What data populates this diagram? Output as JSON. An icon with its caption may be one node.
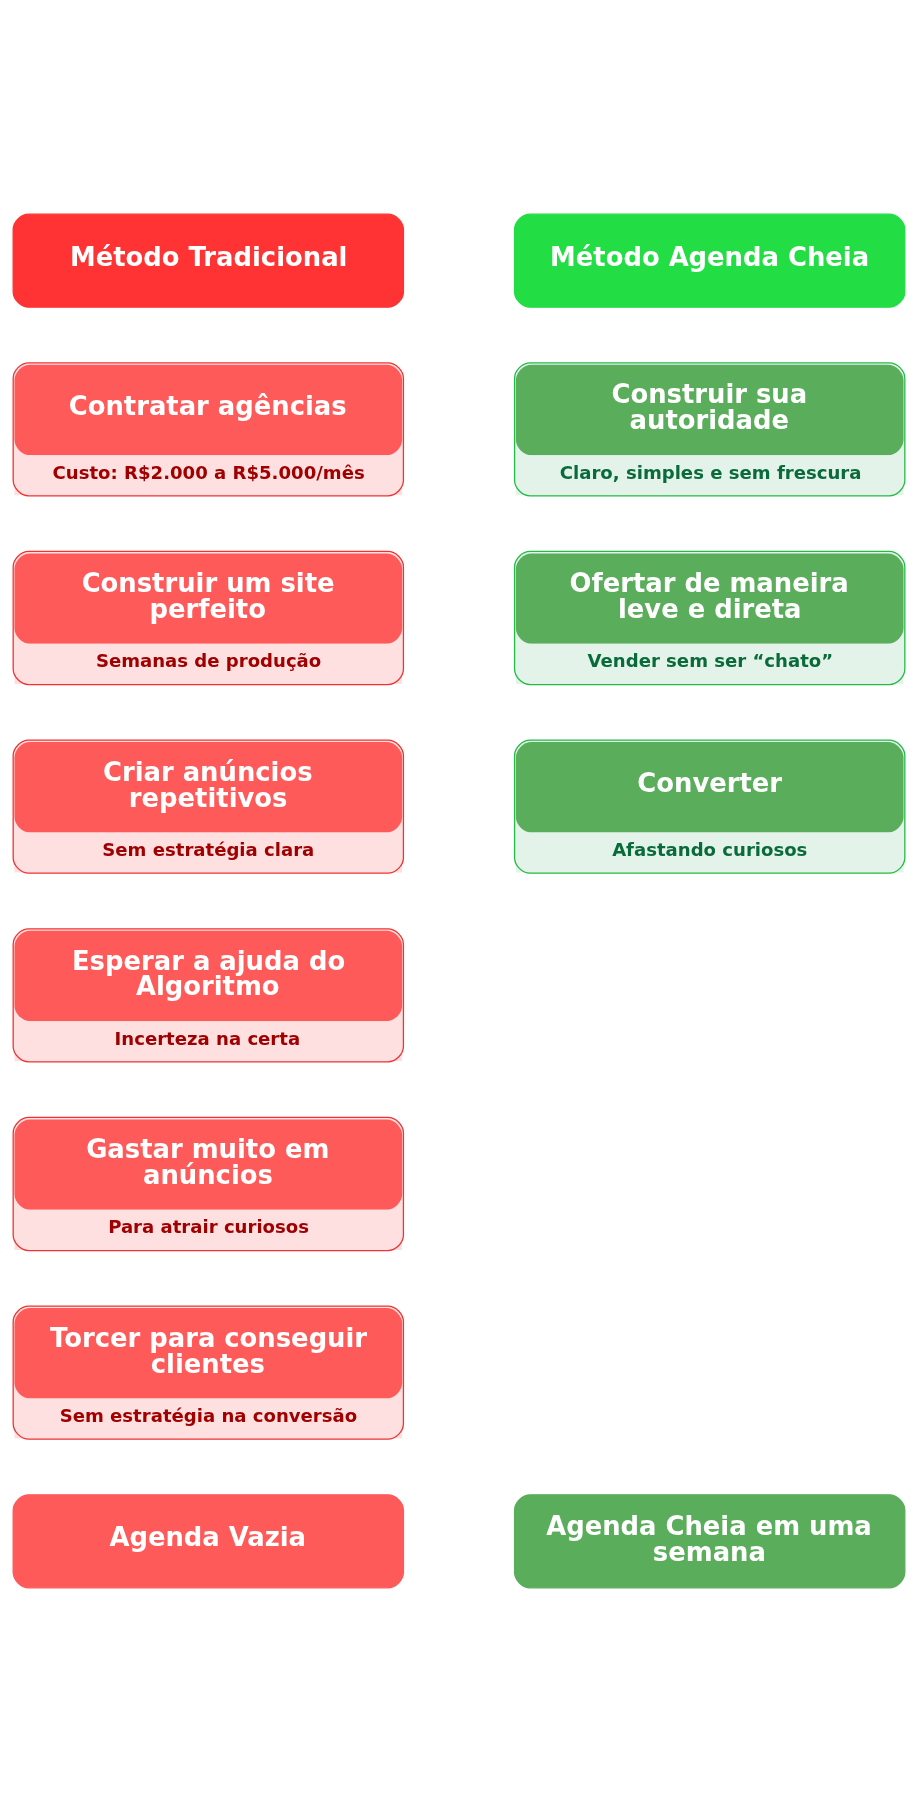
{
  "diagram": {
    "nodes": [
      {
        "text": [
          "Método Tradicional"
        ]
      },
      {
        "text": [
          "Método Agenda Cheia"
        ]
      },
      {
        "text": [
          "Contratar agências",
          "Custo: R$2.000 a R$5.000/mês"
        ]
      },
      {
        "text": [
          "Construir sua autoridade",
          "Claro, simples e sem frescura"
        ]
      },
      {
        "text": [
          "Construir um site perfeito",
          "Semanas de produção"
        ]
      },
      {
        "text": [
          "Ofertar de maneira leve e direta",
          "Vender sem ser “chato”"
        ]
      },
      {
        "text": [
          "Criar anúncios repetitivos",
          "Sem estratégia clara"
        ]
      },
      {
        "text": [
          "Converter",
          "Afastando curiosos"
        ]
      },
      {
        "text": [
          "Esperar a ajuda do Algoritmo",
          "Incerteza na certa"
        ]
      },
      {
        "text": [
          "Gastar muito em anúncios",
          "Para atrair curiosos"
        ]
      },
      {
        "text": [
          "Torcer para conseguir clientes",
          "Sem estratégia na conversão"
        ]
      },
      {
        "text": [
          "Agenda Vazia"
        ]
      },
      {
        "text": [
          "Agenda Cheia em uma semana"
        ]
      }
    ],
    "edges": []
  }
}
